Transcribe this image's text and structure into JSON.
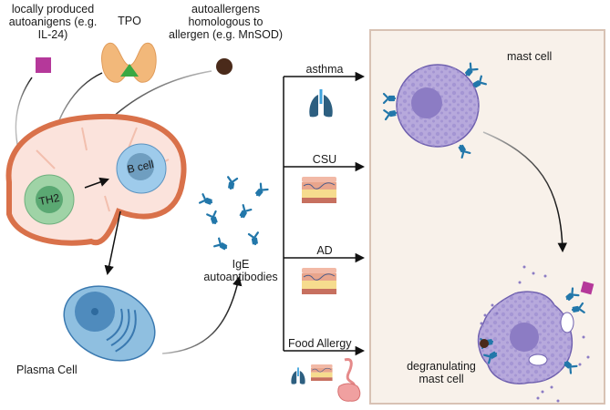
{
  "diagram": {
    "title": "IgE autoantibodies in allergic disease",
    "antigens": [
      {
        "id": "il24",
        "label_lines": [
          "locally produced",
          "autoanigens (e.g.",
          "IL-24)"
        ],
        "icon": "magenta-square",
        "color": "#b5389a"
      },
      {
        "id": "tpo",
        "label_lines": [
          "TPO"
        ],
        "icon": "thyroid-with-green-triangle",
        "color": "#3aa843"
      },
      {
        "id": "mnsod",
        "label_lines": [
          "autoallergens",
          "homologous to",
          "allergen (e.g. MnSOD)"
        ],
        "icon": "brown-circle",
        "color": "#4a2a1a"
      }
    ],
    "lymph_node": {
      "th2_label": "TH2",
      "bcell_label": "B cell"
    },
    "plasma_cell_label": "Plasma Cell",
    "ige_label_lines": [
      "IgE",
      "autoantibodies"
    ],
    "diseases": [
      {
        "label": "asthma",
        "icon": "lungs-icon"
      },
      {
        "label": "CSU",
        "icon": "skin-layers-icon"
      },
      {
        "label": "AD",
        "icon": "skin-layers-icon"
      },
      {
        "label": "Food Allergy",
        "icons": [
          "lungs-icon",
          "skin-layers-icon",
          "gut-icon"
        ]
      }
    ],
    "mast_cell_panel": {
      "mast_cell_label": "mast cell",
      "degranulating_label_lines": [
        "degranulating",
        "mast cell"
      ]
    },
    "colors": {
      "panel_bg": "#f8f1ea",
      "panel_border": "#d8c2b4",
      "lymph_outer": "#d9714a",
      "lymph_inner": "#fbe3dc",
      "th2_outer": "#9fd3a6",
      "th2_inner": "#5aa872",
      "bcell_outer": "#9ecbeb",
      "bcell_inner": "#6f9ec0",
      "plasma": "#8fbfe0",
      "antibody": "#2277aa",
      "mast_cell": "#b7a9dc",
      "mast_nucleus": "#8c7cc4",
      "lung": "#2d5f80"
    }
  }
}
